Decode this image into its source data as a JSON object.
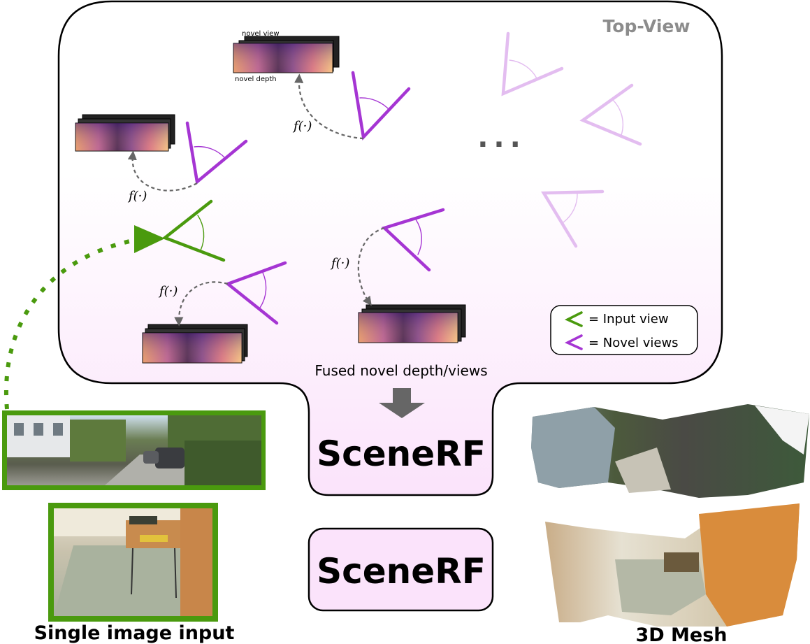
{
  "top_view_label": "Top-View",
  "novel_view_label": "novel view",
  "novel_depth_label": "novel depth",
  "render_fn_label": "f(·)",
  "ellipsis": "...",
  "legend": {
    "input_view": "= Input view",
    "novel_views": "= Novel views"
  },
  "fused_label": "Fused novel depth/views",
  "model_name": "SceneRF",
  "single_image_input_label": "Single image input",
  "mesh_label": "3D Mesh",
  "colors": {
    "input_view": "#4a9a0e",
    "novel_view": "#a535d3",
    "novel_view_faded": "#e3bdf0",
    "panel_gradient_bottom": "#fbe6fb",
    "top_view_text": "#8c8c8c",
    "arrow_gray": "#666666"
  },
  "icons": [
    "camera-frustum-icon",
    "depth-map-thumbnail",
    "down-arrow-icon",
    "street-photo",
    "indoor-photo",
    "mesh-render"
  ]
}
